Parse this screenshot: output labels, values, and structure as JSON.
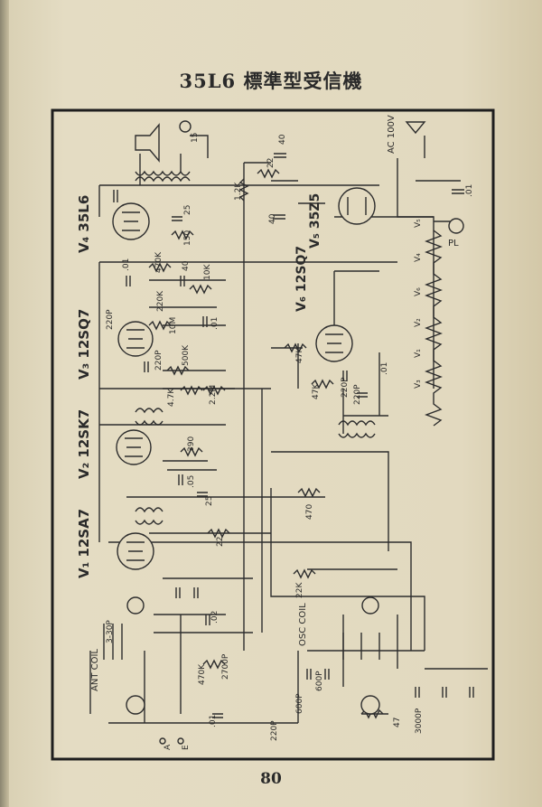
{
  "page": {
    "title": "35L6 標準型受信機",
    "page_number": "80"
  },
  "tubes": {
    "v1": "V₁ 12SA7",
    "v2": "V₂ 12SK7",
    "v3": "V₃ 12SQ7",
    "v4": "V₄ 35L6",
    "v5": "V₅ 35Z5",
    "v6": "V₆ 12SQ7"
  },
  "labels": {
    "ant_coil": "ANT COIL",
    "osc_coil": "OSC COIL",
    "ac_100v": "AC 100V",
    "pl": "PL",
    "pri_15": "15",
    "heater_v5": "V₅",
    "heater_v4": "V₄",
    "heater_v6": "V₆",
    "heater_v2": "V₂",
    "heater_v1": "V₁",
    "heater_v3": "V₃",
    "term_a": "A",
    "term_e": "E"
  },
  "components": {
    "c_40_top": "40",
    "r_22_top": "22",
    "r_12k": "1.2K",
    "c_40_mid": "40",
    "c_01_out": ".01",
    "c_25_cath": "25",
    "r_150": "150",
    "r_470k_v4": "470K",
    "c_01_v4": ".01",
    "c_40_v4": "40",
    "r_10k": "10K",
    "c_01_rect": ".01",
    "r_220k": "220K",
    "c_220p_v3": "220P",
    "r_10m": "10M",
    "c_01_v3": ".01",
    "c_220p_v3b": "220P",
    "r_500k": "500K",
    "r_47k_v3": "4.7K",
    "r_22m": "2.2M",
    "r_47k_v6": "47K",
    "r_47k_v6b": "47K",
    "c_220p_v6": "220P",
    "c_220p_v6b": "220P",
    "c_01_v6": ".01",
    "r_390": "390",
    "c_05": ".05",
    "c_25_v2": "25",
    "r_470": "470",
    "r_22_v1": "22",
    "r_22k": "22K",
    "c_02": ".02",
    "c_3_30p": "3-30P",
    "r_470k_v1": "470K",
    "c_2700p": "2700P",
    "c_01_ant": ".01",
    "c_600p": "600P",
    "c_600p_b": "600P",
    "r_47": "47",
    "c_3000p": "3000P",
    "c_220p_bot": "220P"
  }
}
